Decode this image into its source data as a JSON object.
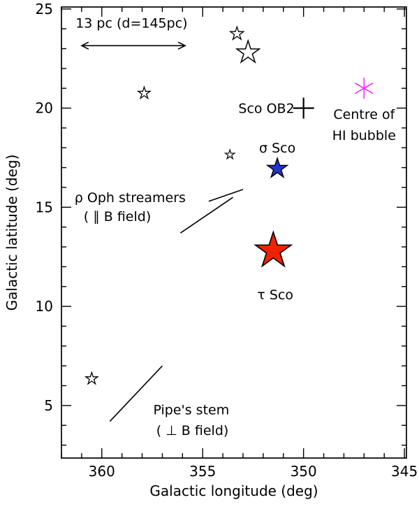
{
  "chart_data": {
    "type": "scatter",
    "title": "",
    "xlabel": "Galactic longitude (deg)",
    "ylabel": "Galactic latitude (deg)",
    "xlim": [
      362.0,
      344.9
    ],
    "ylim": [
      2.35,
      25.1
    ],
    "x_ticks_major": [
      360,
      355,
      350,
      345
    ],
    "x_tick_labels": [
      "360",
      "355",
      "350",
      "345"
    ],
    "y_ticks_major": [
      5,
      10,
      15,
      20,
      25
    ],
    "y_tick_labels": [
      "5",
      "10",
      "15",
      "20",
      "25"
    ],
    "minor_tick_step": 1,
    "grid": false,
    "axis_color": "#000000",
    "points": [
      {
        "id": "open-star-a",
        "marker": "star5",
        "x": 353.3,
        "y": 23.75,
        "r": 10,
        "fill": "#ffffff",
        "stroke": "#000000",
        "stroke_width": 1.3
      },
      {
        "id": "open-star-b",
        "marker": "star5",
        "x": 352.75,
        "y": 22.8,
        "r": 17,
        "fill": "#ffffff",
        "stroke": "#000000",
        "stroke_width": 1.5
      },
      {
        "id": "open-star-c",
        "marker": "star5",
        "x": 357.9,
        "y": 20.75,
        "r": 9,
        "fill": "#ffffff",
        "stroke": "#000000",
        "stroke_width": 1.3
      },
      {
        "id": "open-star-d",
        "marker": "star5",
        "x": 353.65,
        "y": 17.65,
        "r": 7,
        "fill": "#ffffff",
        "stroke": "#000000",
        "stroke_width": 1.2
      },
      {
        "id": "sigma-sco",
        "marker": "star5",
        "x": 351.3,
        "y": 16.95,
        "r": 15,
        "fill": "#2233cc",
        "stroke": "#000000",
        "stroke_width": 1.4
      },
      {
        "id": "tau-sco",
        "marker": "star5",
        "x": 351.5,
        "y": 12.8,
        "r": 27,
        "fill": "#ee2200",
        "stroke": "#000000",
        "stroke_width": 1.6
      },
      {
        "id": "open-star-e",
        "marker": "star5",
        "x": 360.5,
        "y": 6.35,
        "r": 9,
        "fill": "#ffffff",
        "stroke": "#000000",
        "stroke_width": 1.3
      },
      {
        "id": "sco-ob2",
        "marker": "plus",
        "x": 350.0,
        "y": 20.0,
        "r": 15,
        "fill": "none",
        "stroke": "#000000",
        "stroke_width": 2.2
      },
      {
        "id": "hi-bubble-centre",
        "marker": "asterisk6",
        "x": 347.0,
        "y": 21.0,
        "r": 15,
        "fill": "none",
        "stroke": "#ff22ff",
        "stroke_width": 1.6
      }
    ],
    "lines": [
      {
        "id": "rho-oph-streamer-1",
        "x1": 354.7,
        "y1": 15.3,
        "x2": 353.0,
        "y2": 15.9,
        "color": "#000000",
        "width": 1.6
      },
      {
        "id": "rho-oph-streamer-2",
        "x1": 356.1,
        "y1": 13.7,
        "x2": 353.5,
        "y2": 15.5,
        "color": "#000000",
        "width": 1.6
      },
      {
        "id": "pipes-stem",
        "x1": 359.6,
        "y1": 4.2,
        "x2": 357.0,
        "y2": 7.0,
        "color": "#000000",
        "width": 1.6
      }
    ],
    "scale_arrow": {
      "x1": 361.0,
      "x2": 355.87,
      "y": 23.15,
      "double_headed": true,
      "color": "#000000"
    },
    "annotations": [
      {
        "id": "scale-label",
        "text": "13 pc (d=145pc)",
        "x": 361.3,
        "y": 24.25,
        "anchor": "start",
        "color": "#000000",
        "size": 19
      },
      {
        "id": "sco-ob2-label",
        "text": "Sco OB2",
        "x": 350.45,
        "y": 19.95,
        "anchor": "end",
        "color": "#000000",
        "size": 19
      },
      {
        "id": "hi-bubble-label-1",
        "text": "Centre of",
        "x": 347.0,
        "y": 19.65,
        "anchor": "middle",
        "color": "#ff22ff",
        "size": 19
      },
      {
        "id": "hi-bubble-label-2",
        "text": "HI bubble",
        "x": 347.0,
        "y": 18.6,
        "anchor": "middle",
        "color": "#ff22ff",
        "size": 19
      },
      {
        "id": "sigma-sco-label",
        "text": "σ Sco",
        "x": 351.3,
        "y": 17.95,
        "anchor": "middle",
        "color": "#2233cc",
        "size": 19
      },
      {
        "id": "tau-sco-label",
        "text": "τ Sco",
        "x": 351.4,
        "y": 10.55,
        "anchor": "middle",
        "color": "#ee2200",
        "size": 19
      },
      {
        "id": "rho-oph-label-1",
        "text": "ρ Oph streamers",
        "x": 361.35,
        "y": 15.45,
        "anchor": "start",
        "color": "#000000",
        "size": 19
      },
      {
        "id": "rho-oph-label-2",
        "text": "( ∥ B field)",
        "x": 360.9,
        "y": 14.5,
        "anchor": "start",
        "color": "#000000",
        "size": 19
      },
      {
        "id": "pipes-stem-label-1",
        "text": "Pipe's stem",
        "x": 357.45,
        "y": 4.75,
        "anchor": "start",
        "color": "#000000",
        "size": 19
      },
      {
        "id": "pipes-stem-label-2",
        "text": "( ⊥ B field)",
        "x": 357.3,
        "y": 3.7,
        "anchor": "start",
        "color": "#000000",
        "size": 19
      }
    ]
  }
}
